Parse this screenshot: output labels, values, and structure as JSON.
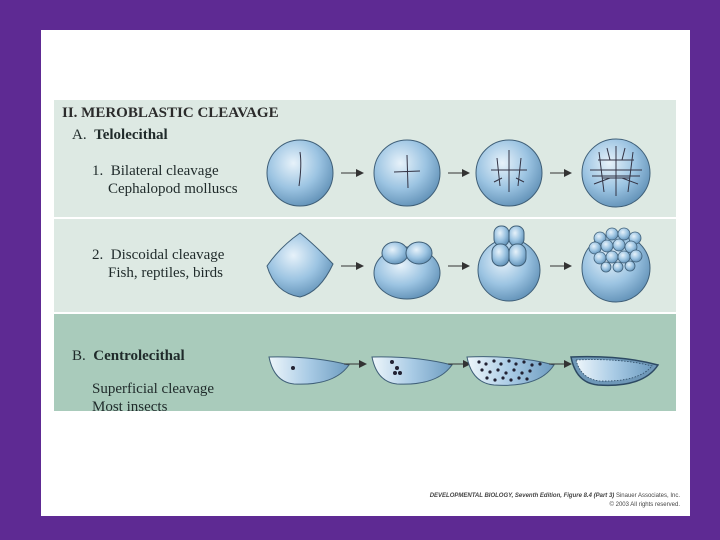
{
  "colors": {
    "frame": "#5e2a93",
    "panel_light": "#dde9e3",
    "panel_dark": "#a9cbbb",
    "embryo_fill": "#8fb8d8",
    "embryo_stroke": "#3f5f78"
  },
  "figure": {
    "section": "II. MEROBLASTIC CLEAVAGE",
    "a": {
      "label": "A.",
      "title": "Telolecithal",
      "items": [
        {
          "number": "1.",
          "line1": "Bilateral cleavage",
          "line2": "Cephalopod molluscs"
        },
        {
          "number": "2.",
          "line1": "Discoidal cleavage",
          "line2": "Fish, reptiles, birds"
        }
      ]
    },
    "b": {
      "label": "B.",
      "title": "Centrolecithal",
      "line1": "Superficial cleavage",
      "line2": "Most insects"
    }
  },
  "credit": {
    "line1_title": "DEVELOPMENTAL BIOLOGY, Seventh Edition, Figure 8.4 (Part 3)",
    "line1_rest": "Sinauer Associates, Inc.",
    "line2": "© 2003 All rights reserved."
  }
}
